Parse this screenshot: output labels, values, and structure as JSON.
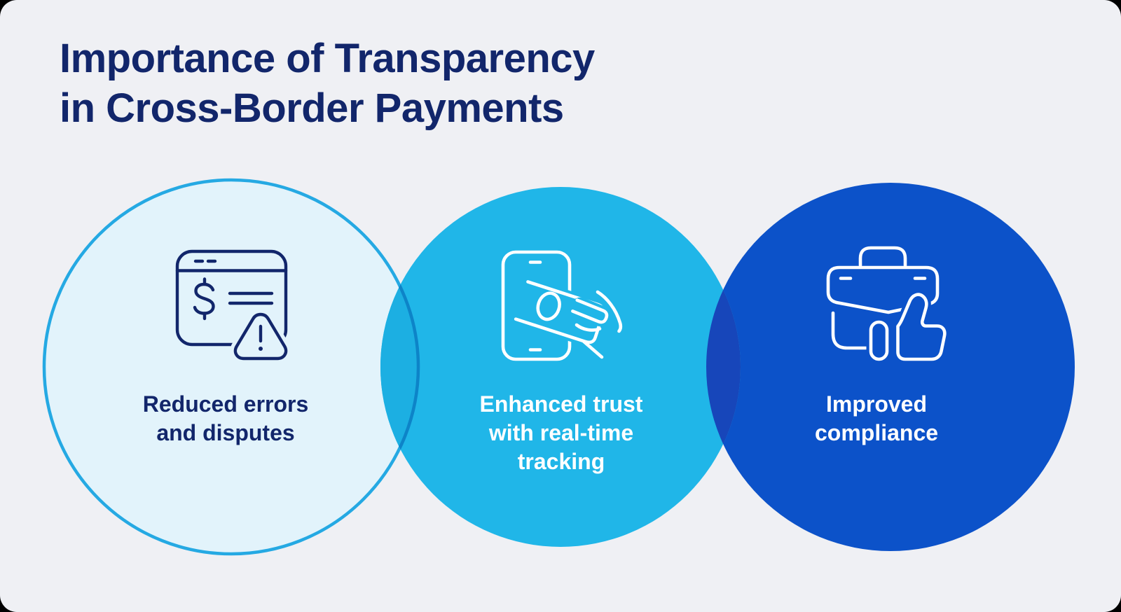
{
  "title": {
    "lines": [
      "Importance of Transparency",
      "in Cross-Border Payments"
    ],
    "color": "#12266b"
  },
  "background": {
    "canvas_color": "#eff0f4",
    "outer_color": "#000000"
  },
  "circles": [
    {
      "name": "reduced-errors",
      "label_lines": [
        "Reduced errors",
        "and disputes"
      ],
      "fill": "#e2f3fb",
      "stroke": "#25a9e3",
      "text_color": "#12266b",
      "icon": "browser-dollar-warning-icon",
      "icon_color": "#12266b"
    },
    {
      "name": "real-time-tracking",
      "label_lines": [
        "Enhanced trust",
        "with real-time",
        "tracking"
      ],
      "fill": "#20b6e8",
      "stroke": "none",
      "text_color": "#ffffff",
      "icon": "phone-card-hand-icon",
      "icon_color": "#ffffff"
    },
    {
      "name": "improved-compliance",
      "label_lines": [
        "Improved",
        "compliance"
      ],
      "fill": "#0c52c9",
      "stroke": "none",
      "text_color": "#ffffff",
      "icon": "briefcase-thumbs-up-icon",
      "icon_color": "#ffffff"
    }
  ],
  "overlaps": {
    "left_lens": "#1cafe2",
    "right_lens": "#1746ba",
    "ring_over_cyan": "#0d84c8"
  }
}
